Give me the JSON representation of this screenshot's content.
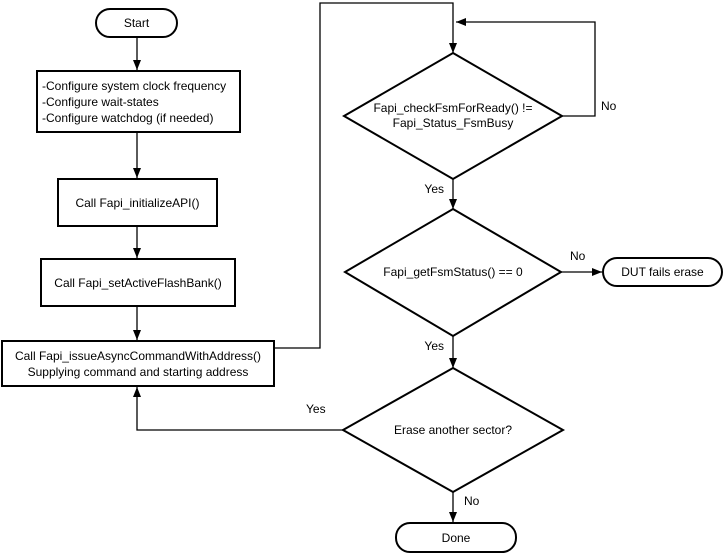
{
  "flowchart": {
    "nodes": {
      "start": {
        "label": "Start",
        "type": "terminator"
      },
      "configure": {
        "line1": "-Configure system clock frequency",
        "line2": "-Configure wait-states",
        "line3": "-Configure watchdog (if needed)",
        "type": "process"
      },
      "initialize_api": {
        "label": "Call Fapi_initializeAPI()",
        "type": "process"
      },
      "set_active_flash_bank": {
        "label": "Call Fapi_setActiveFlashBank()",
        "type": "process"
      },
      "issue_async_command": {
        "line1": "Call Fapi_issueAsyncCommandWithAddress()",
        "line2": "Supplying command and starting address",
        "type": "process"
      },
      "check_fsm_ready": {
        "line1": "Fapi_checkFsmForReady() !=",
        "line2": "Fapi_Status_FsmBusy",
        "type": "decision"
      },
      "get_fsm_status": {
        "label": "Fapi_getFsmStatus() == 0",
        "type": "decision"
      },
      "erase_another_sector": {
        "label": "Erase another sector?",
        "type": "decision"
      },
      "dut_fails_erase": {
        "label": "DUT fails erase",
        "type": "terminator"
      },
      "done": {
        "label": "Done",
        "type": "terminator"
      }
    },
    "edge_labels": {
      "check_fsm_no": "No",
      "check_fsm_yes": "Yes",
      "get_status_no": "No",
      "get_status_yes": "Yes",
      "erase_yes": "Yes",
      "erase_no": "No"
    },
    "colors": {
      "stroke": "#000000",
      "background": "#ffffff",
      "text": "#000000"
    }
  }
}
